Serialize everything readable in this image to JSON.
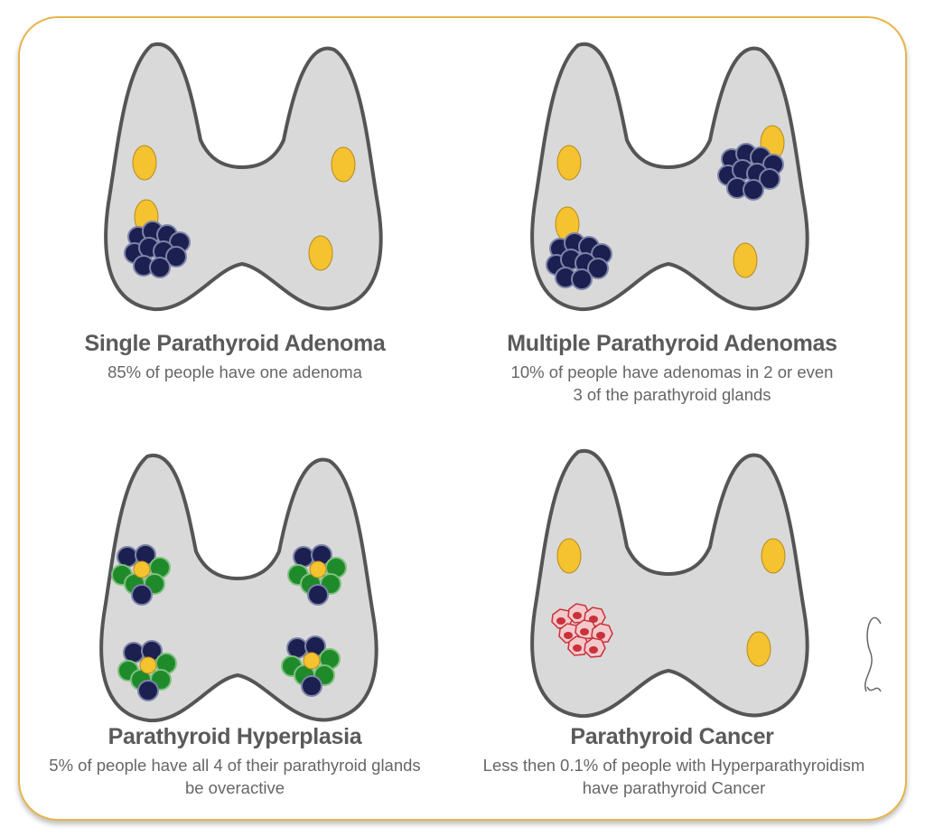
{
  "panels": [
    {
      "title": "Single Parathyroid Adenoma",
      "desc": "85% of people have one adenoma"
    },
    {
      "title": "Multiple Parathyroid Adenomas",
      "desc": "10% of people have adenomas in 2 or even 3 of the parathyroid glands"
    },
    {
      "title": "Parathyroid Hyperplasia",
      "desc": "5% of people have all 4 of their parathyroid glands be overactive"
    },
    {
      "title": "Parathyroid Cancer",
      "desc": "Less then 0.1% of people with Hyperparathyroidism have parathyroid Cancer"
    }
  ],
  "colors": {
    "border": "#e6b54a",
    "thyroid": "#d9d9d9",
    "gland": "#f5c230",
    "adenoma": "#1b2050",
    "hyperplasia_green": "#1f8a2a",
    "cancer": "#c8323a"
  }
}
